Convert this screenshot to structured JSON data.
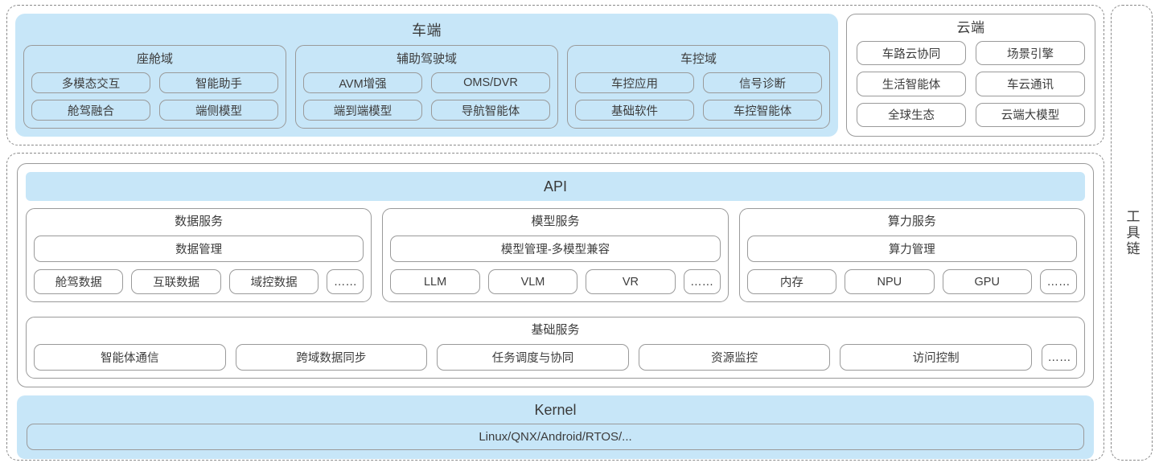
{
  "vehicle": {
    "title": "车端",
    "domains": [
      {
        "title": "座舱域",
        "items": [
          "多模态交互",
          "智能助手",
          "舱驾融合",
          "端侧模型"
        ]
      },
      {
        "title": "辅助驾驶域",
        "items": [
          "AVM增强",
          "OMS/DVR",
          "端到端模型",
          "导航智能体"
        ]
      },
      {
        "title": "车控域",
        "items": [
          "车控应用",
          "信号诊断",
          "基础软件",
          "车控智能体"
        ]
      }
    ]
  },
  "cloud": {
    "title": "云端",
    "items": [
      "车路云协同",
      "场景引擎",
      "生活智能体",
      "车云通讯",
      "全球生态",
      "云端大模型"
    ]
  },
  "platform": {
    "api_label": "API",
    "services": [
      {
        "title": "数据服务",
        "management": "数据管理",
        "items": [
          "舱驾数据",
          "互联数据",
          "域控数据"
        ],
        "ellipsis": "……"
      },
      {
        "title": "模型服务",
        "management": "模型管理-多模型兼容",
        "items": [
          "LLM",
          "VLM",
          "VR"
        ],
        "ellipsis": "……"
      },
      {
        "title": "算力服务",
        "management": "算力管理",
        "items": [
          "内存",
          "NPU",
          "GPU"
        ],
        "ellipsis": "……"
      }
    ],
    "base_service": {
      "title": "基础服务",
      "items": [
        "智能体通信",
        "跨域数据同步",
        "任务调度与协同",
        "资源监控",
        "访问控制"
      ],
      "ellipsis": "……"
    },
    "kernel": {
      "title": "Kernel",
      "value": "Linux/QNX/Android/RTOS/..."
    }
  },
  "toolchain": {
    "label": "工具链"
  },
  "colors": {
    "accent_blue": "#c7e6f8",
    "border_gray": "#9a9a9a",
    "dashed_gray": "#8a8a8a",
    "text": "#3c3c3c"
  }
}
